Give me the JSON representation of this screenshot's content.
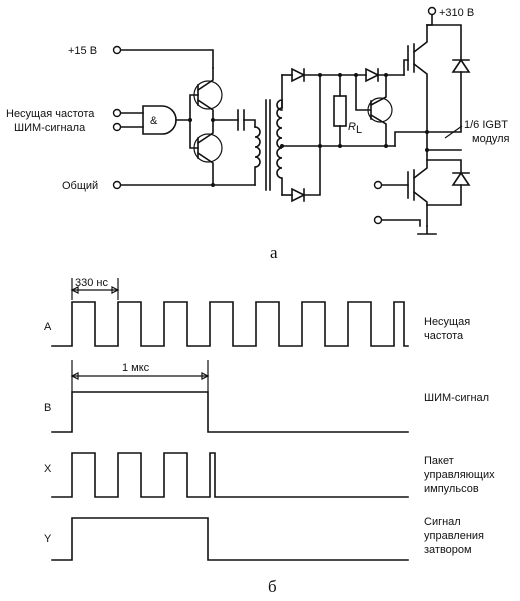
{
  "schematic": {
    "label_supply_15": "+15 В",
    "label_carrier": "Несущая частота",
    "label_pwm": "ШИМ-сигнала",
    "label_common": "Общий",
    "label_and": "&",
    "label_resistor": "R",
    "label_resistor_sub": "L",
    "label_supply_310": "+310 В",
    "label_igbt_1": "1/6 IGBT",
    "label_igbt_2": "модуля",
    "caption": "а"
  },
  "timing": {
    "label_330": "330 нс",
    "label_1us": "1 мкс",
    "caption": "б",
    "channels": [
      {
        "id": "A",
        "desc": [
          "Несущая",
          "частота"
        ]
      },
      {
        "id": "B",
        "desc": [
          "ШИМ-сигнал"
        ]
      },
      {
        "id": "X",
        "desc": [
          "Пакет",
          "управляющих",
          "импульсов"
        ]
      },
      {
        "id": "Y",
        "desc": [
          "Сигнал",
          "управления",
          "затвором"
        ]
      }
    ]
  }
}
